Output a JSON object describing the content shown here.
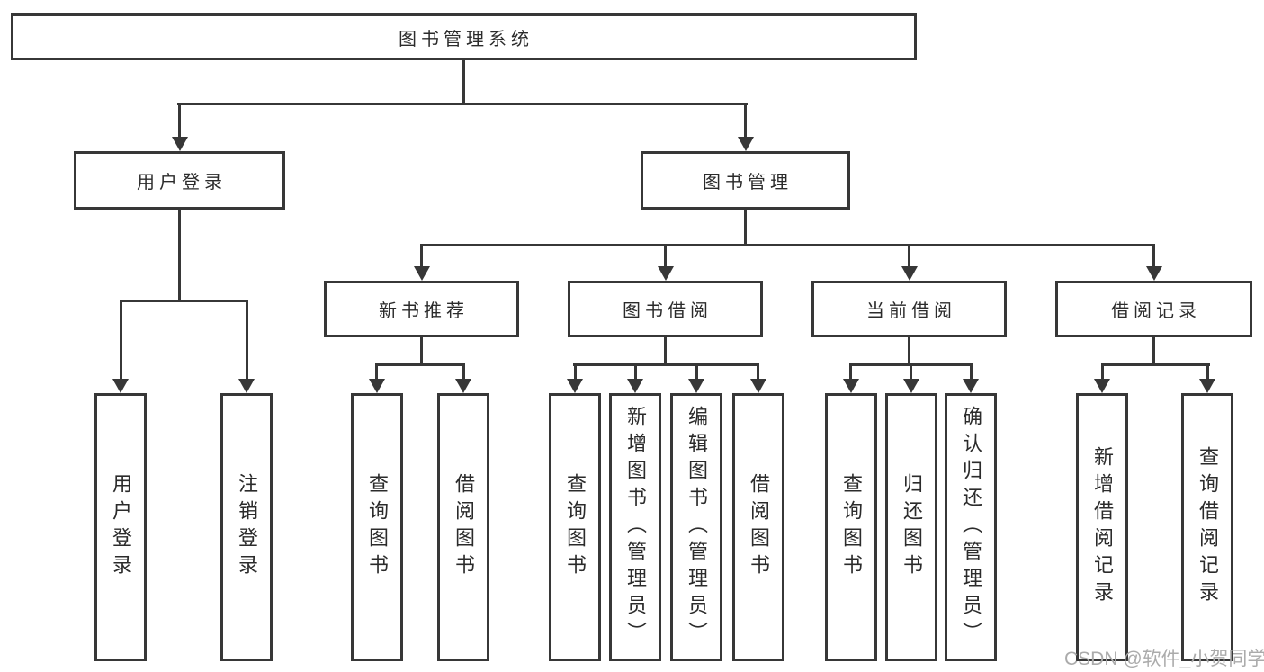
{
  "tree": {
    "label": "图书管理系统",
    "children": [
      {
        "label": "用户登录",
        "children": [
          {
            "label": "用户登录"
          },
          {
            "label": "注销登录"
          }
        ]
      },
      {
        "label": "图书管理",
        "children": [
          {
            "label": "新书推荐",
            "children": [
              {
                "label": "查询图书"
              },
              {
                "label": "借阅图书"
              }
            ]
          },
          {
            "label": "图书借阅",
            "children": [
              {
                "label": "查询图书"
              },
              {
                "label": "新增图书（管理员）"
              },
              {
                "label": "编辑图书（管理员）"
              },
              {
                "label": "借阅图书"
              }
            ]
          },
          {
            "label": "当前借阅",
            "children": [
              {
                "label": "查询图书"
              },
              {
                "label": "归还图书"
              },
              {
                "label": "确认归还（管理员）"
              }
            ]
          },
          {
            "label": "借阅记录",
            "children": [
              {
                "label": "新增借阅记录"
              },
              {
                "label": "查询借阅记录"
              }
            ]
          }
        ]
      }
    ]
  },
  "watermark": {
    "text": "CSDN @软件_小贺同学"
  },
  "colors": {
    "background": "#ffffff",
    "box_border": "#373737",
    "connector_line": "#373737",
    "arrowhead": "#373737",
    "text": "#2b2b2b",
    "watermark_text": "#ababab"
  }
}
